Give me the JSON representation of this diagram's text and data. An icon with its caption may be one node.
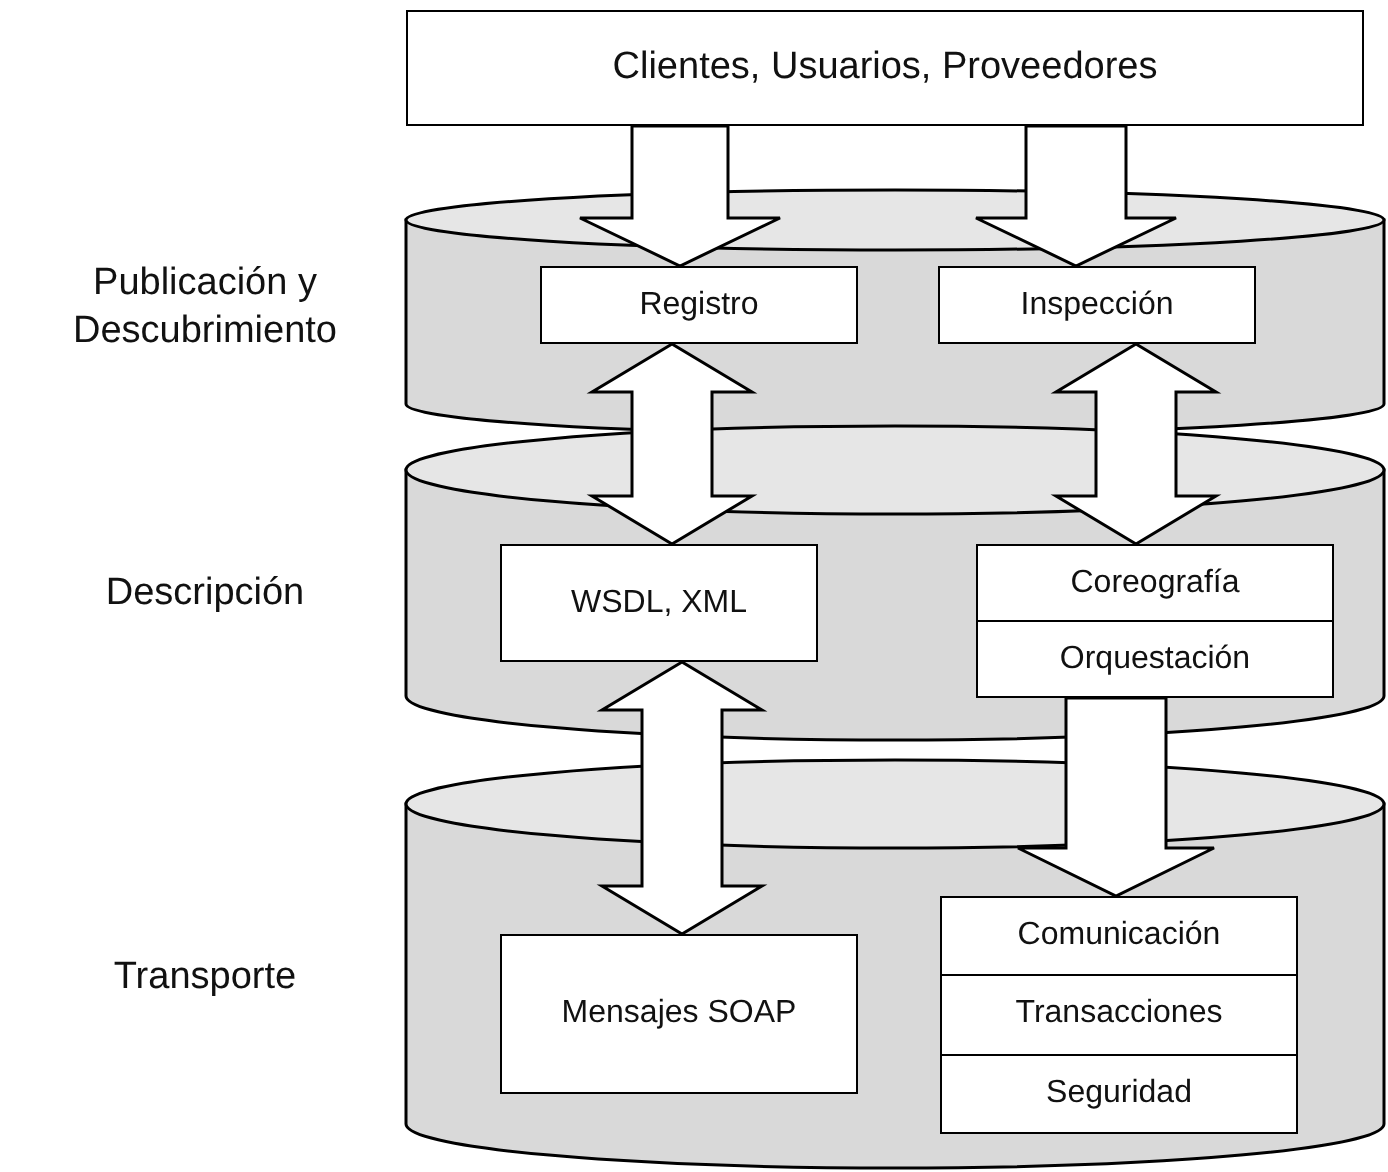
{
  "diagram": {
    "nodes": [
      {
        "text": [
          "Clientes, Usuarios, Proveedores"
        ]
      },
      {
        "text": [
          "Publicación y Descubrimiento"
        ]
      },
      {
        "text": [
          "Registro"
        ],
        "in": 1
      },
      {
        "text": [
          "Inspección"
        ],
        "in": 1
      },
      {
        "text": [
          "Descripción"
        ]
      },
      {
        "text": [
          "WSDL, XML"
        ],
        "in": 4
      },
      {
        "text": [
          "Coreografía",
          "Orquestación"
        ],
        "in": 4
      },
      {
        "text": [
          "Transporte"
        ]
      },
      {
        "text": [
          "Mensajes SOAP"
        ],
        "in": 7
      },
      {
        "text": [
          "Comunicación",
          "Transacciones",
          "Seguridad"
        ],
        "in": 7
      }
    ],
    "edges": [
      {
        "from": 0,
        "to": 2,
        "arrow": "to",
        "style": "thick"
      },
      {
        "from": 0,
        "to": 3,
        "arrow": "to",
        "style": "thick"
      },
      {
        "from": 2,
        "to": 5,
        "arrow": "both",
        "style": "thick"
      },
      {
        "from": 3,
        "to": 6,
        "arrow": "both",
        "style": "thick"
      },
      {
        "from": 5,
        "to": 8,
        "arrow": "both",
        "style": "thick"
      },
      {
        "from": 6,
        "to": 9,
        "arrow": "to",
        "style": "thick"
      }
    ]
  }
}
